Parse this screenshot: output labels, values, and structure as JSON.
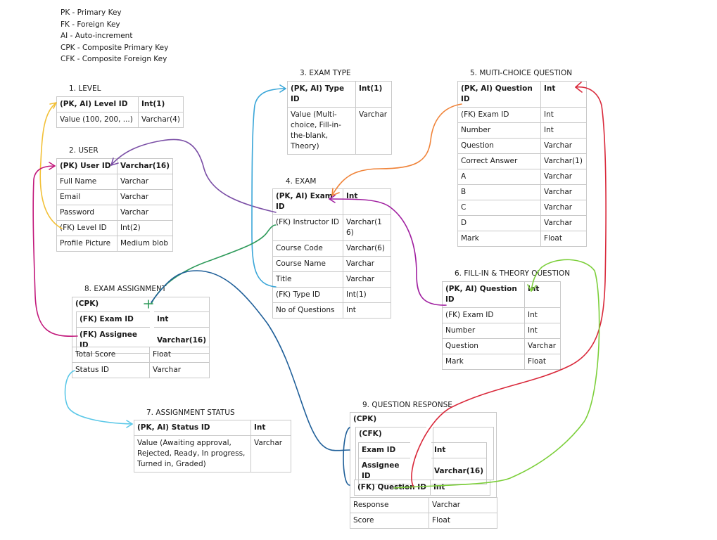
{
  "legend": [
    "PK - Primary Key",
    "FK - Foreign Key",
    "AI - Auto-increment",
    "CPK - Composite Primary Key",
    "CFK - Composite Foreign Key"
  ],
  "entities": {
    "level": {
      "title": "1.   LEVEL",
      "rows": [
        [
          "(PK, AI) Level ID",
          "Int(1)"
        ],
        [
          "Value (100, 200, ...)",
          "Varchar(4)"
        ]
      ]
    },
    "user": {
      "title": "2.   USER",
      "rows": [
        [
          "(PK) User ID",
          "Varchar(16)"
        ],
        [
          "Full Name",
          "Varchar"
        ],
        [
          "Email",
          "Varchar"
        ],
        [
          "Password",
          "Varchar"
        ],
        [
          "(FK) Level ID",
          "Int(2)"
        ],
        [
          "Profile Picture",
          "Medium blob"
        ]
      ]
    },
    "exam_type": {
      "title": "3.   EXAM TYPE",
      "rows": [
        [
          "(PK, AI) Type ID",
          "Int(1)"
        ],
        [
          "Value (Multi-choice, Fill-in-the-blank, Theory)",
          "Varchar"
        ]
      ]
    },
    "exam": {
      "title": "4.   EXAM",
      "rows": [
        [
          "(PK, AI) Exam ID",
          "Int"
        ],
        [
          "(FK) Instructor ID",
          "Varchar(16)"
        ],
        [
          "Course Code",
          "Varchar(6)"
        ],
        [
          "Course Name",
          "Varchar"
        ],
        [
          "Title",
          "Varchar"
        ],
        [
          "(FK) Type ID",
          "Int(1)"
        ],
        [
          "No of Questions",
          "Int"
        ]
      ]
    },
    "mcq": {
      "title": "5.   MUlTI-CHOICE QUESTION",
      "rows": [
        [
          "(PK, AI) Question ID",
          "Int"
        ],
        [
          "(FK) Exam ID",
          "Int"
        ],
        [
          "Number",
          "Int"
        ],
        [
          "Question",
          "Varchar"
        ],
        [
          "Correct Answer",
          "Varchar(1)"
        ],
        [
          "A",
          "Varchar"
        ],
        [
          "B",
          "Varchar"
        ],
        [
          "C",
          "Varchar"
        ],
        [
          "D",
          "Varchar"
        ],
        [
          "Mark",
          "Float"
        ]
      ]
    },
    "fill_theory": {
      "title": "6.   FILL-IN & THEORY QUESTION",
      "rows": [
        [
          "(PK, AI) Question ID",
          "Int"
        ],
        [
          "(FK) Exam ID",
          "Int"
        ],
        [
          "Number",
          "Int"
        ],
        [
          "Question",
          "Varchar"
        ],
        [
          "Mark",
          "Float"
        ]
      ]
    },
    "assignment_status": {
      "title": "7.   ASSIGNMENT STATUS",
      "rows": [
        [
          "(PK, AI) Status ID",
          "Int"
        ],
        [
          "Value (Awaiting approval, Rejected, Ready, In progress, Turned in, Graded)",
          "Varchar"
        ]
      ]
    },
    "exam_assignment": {
      "title": "8.   EXAM ASSIGNMENT",
      "cpk": "(CPK)",
      "keys": [
        [
          "(FK) Exam ID",
          "Int"
        ],
        [
          "(FK) Assignee ID",
          "Varchar(16)"
        ]
      ],
      "rows": [
        [
          "Total Score",
          "Float"
        ],
        [
          "Status ID",
          "Varchar"
        ]
      ]
    },
    "question_response": {
      "title": "9.   QUESTION RESPONSE",
      "cpk": "(CPK)",
      "cfk": "(CFK)",
      "cfk_keys": [
        [
          "Exam ID",
          "Int"
        ],
        [
          "Assignee ID",
          "Varchar(16)"
        ]
      ],
      "key": [
        "(FK) Question ID",
        "Int"
      ],
      "rows": [
        [
          "Response",
          "Varchar"
        ],
        [
          "Score",
          "Float"
        ]
      ]
    }
  },
  "colors": {
    "purple": "#7b4fa6",
    "yellow": "#f2c037",
    "magenta": "#c2187b",
    "sky": "#3aa6d8",
    "orange": "#f0843a",
    "green": "#2e9a5a",
    "navy": "#1f5f99",
    "red": "#d9283a",
    "lime": "#7ccf3a",
    "lightblue": "#5cc8e8",
    "violet": "#a01fa0"
  }
}
